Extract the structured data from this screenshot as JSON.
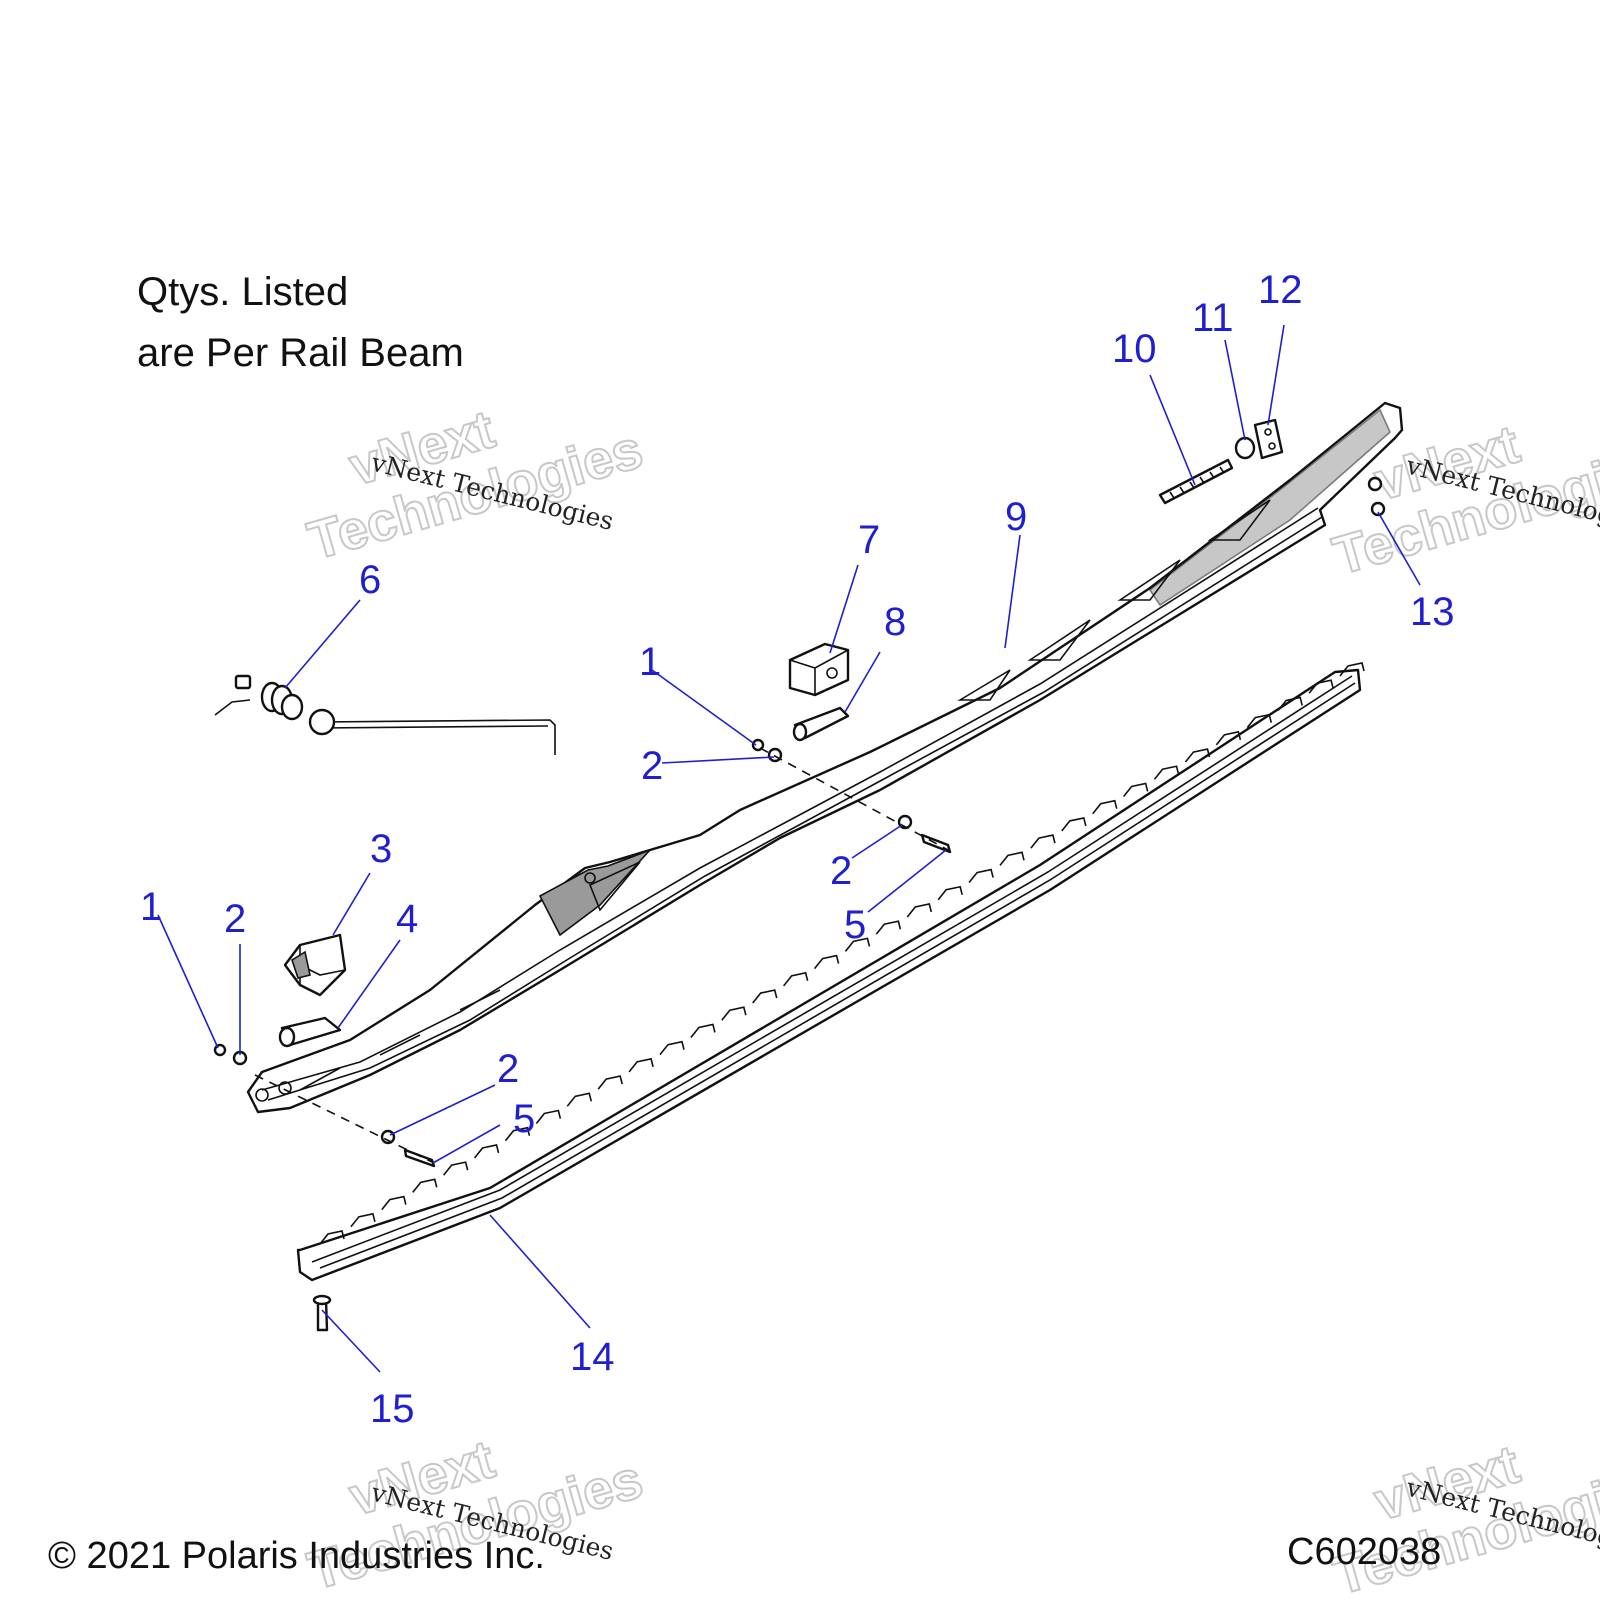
{
  "note": {
    "line1": "Qtys. Listed",
    "line2": "are Per Rail Beam"
  },
  "footer": {
    "copyright": "© 2021 Polaris Industries Inc.",
    "code": "C602038"
  },
  "watermark": {
    "small": "vNext Technologies",
    "big1": "vNext",
    "big2": "Technologies"
  },
  "colors": {
    "callout": "#1f1fd0",
    "line": "#111111",
    "shade": "#9a9a9a"
  },
  "callouts": [
    "1",
    "2",
    "3",
    "4",
    "5",
    "6",
    "7",
    "8",
    "9",
    "10",
    "11",
    "12",
    "13",
    "14",
    "15"
  ]
}
